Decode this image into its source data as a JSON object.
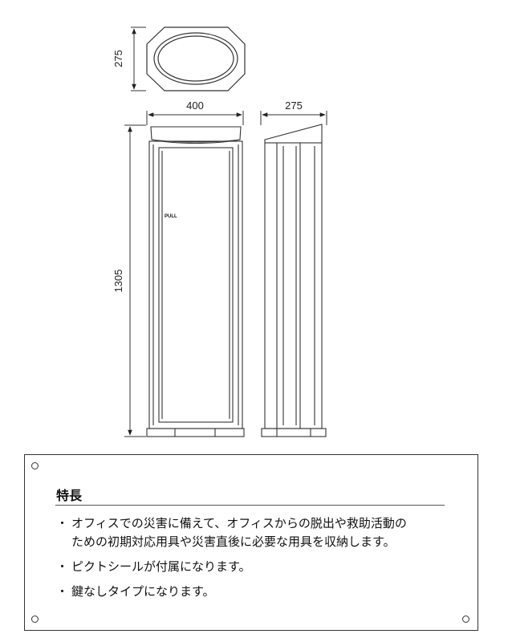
{
  "dimensions": {
    "top_depth": "275",
    "front_width": "400",
    "side_depth": "275",
    "height": "1305"
  },
  "front_label": "PULL",
  "features_title": "特長",
  "bullet_symbol": "・",
  "features": [
    {
      "lines": [
        "オフィスでの災害に備えて、オフィスからの脱出や救助活動の",
        "ための初期対応用具や災害直後に必要な用具を収納します。"
      ]
    },
    {
      "lines": [
        "ピクトシールが付属になります。"
      ]
    },
    {
      "lines": [
        "鍵なしタイプになります。"
      ]
    }
  ],
  "colors": {
    "line": "#333333",
    "panel_border": "#333333"
  }
}
